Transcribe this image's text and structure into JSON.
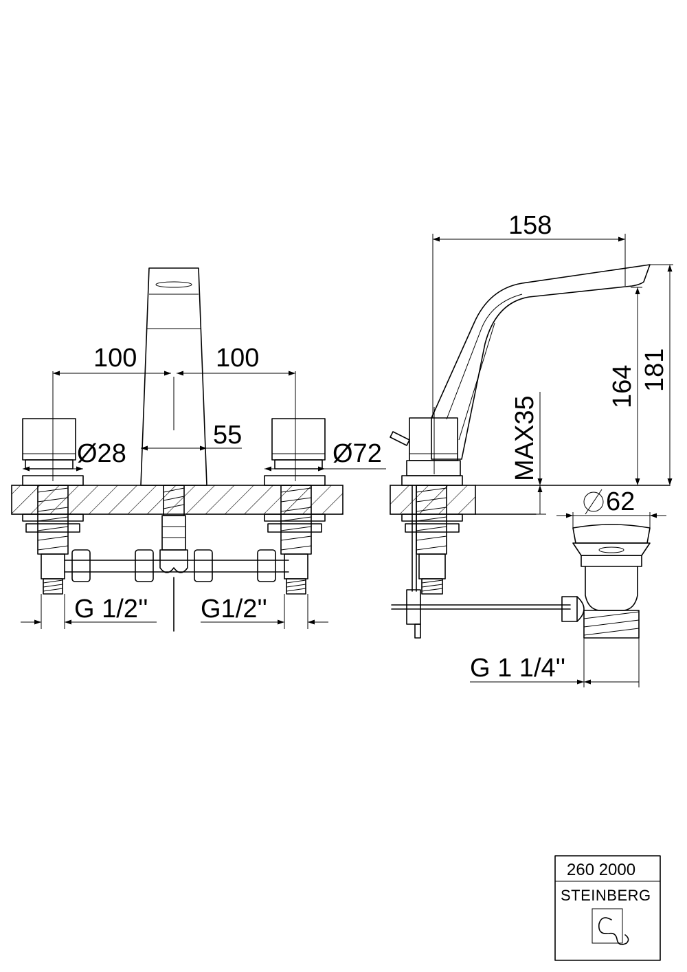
{
  "front_view": {
    "dim_left_spacing": "100",
    "dim_right_spacing": "100",
    "dim_spout_width": "55",
    "dim_handle_diameter": "Ø28",
    "dim_escutcheon_diameter": "Ø72",
    "thread_left": "G 1/2''",
    "thread_right": "G1/2''"
  },
  "side_view": {
    "dim_projection": "158",
    "dim_outlet_height": "164",
    "dim_total_height": "181",
    "dim_max_deck": "MAX35",
    "dim_waste_diameter": "62",
    "thread_waste": "G 1 1/4''"
  },
  "title_block": {
    "article_number": "260 2000",
    "brand": "STEINBERG"
  }
}
